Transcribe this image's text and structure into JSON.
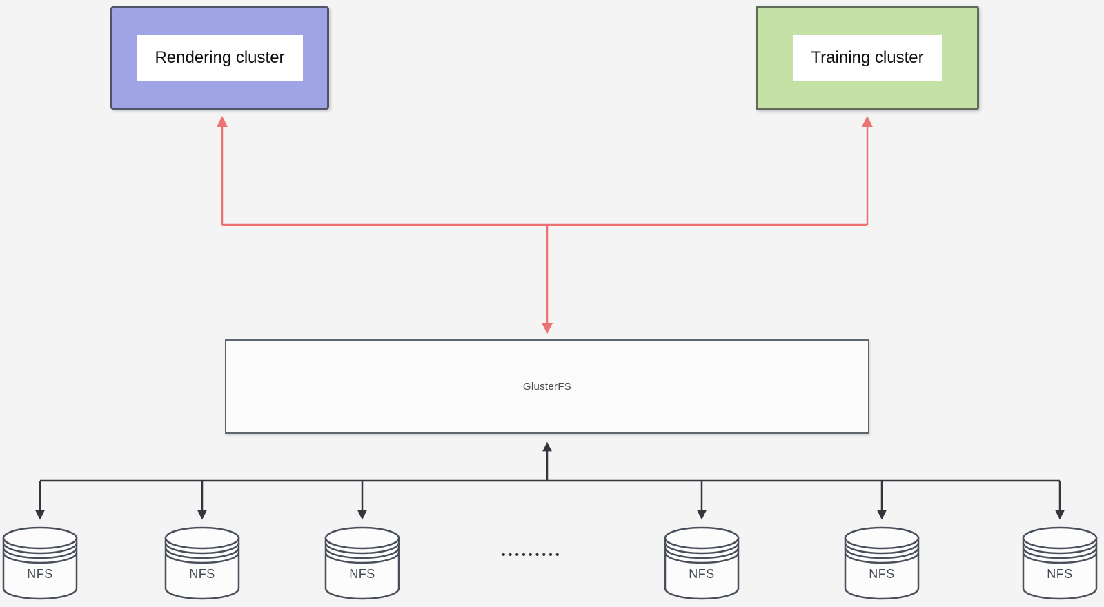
{
  "colors": {
    "bg": "#f4f4f5",
    "red": "#ee7271",
    "dark": "#33373d",
    "purple-fill": "#a0a4e6",
    "purple-border": "#4e5566",
    "green-fill": "#c5e1a5",
    "green-border": "#5e6c58",
    "node-fill": "#fbfbfc",
    "node-border": "#5f666d",
    "cyl-fill": "#fcfcfd",
    "cyl-stroke": "#4a505b",
    "label-ink": "#0d0d0d",
    "gluster-ink": "#4c4c4c",
    "nfs-ink": "#454b52"
  },
  "nodes": {
    "rendering_cluster": {
      "label": "Rendering cluster"
    },
    "training_cluster": {
      "label": "Training cluster"
    },
    "glusterfs": {
      "label": "GlusterFS"
    }
  },
  "nfs_nodes": [
    {
      "label": "NFS"
    },
    {
      "label": "NFS"
    },
    {
      "label": "NFS"
    },
    {
      "label": "NFS"
    },
    {
      "label": "NFS"
    },
    {
      "label": "NFS"
    }
  ],
  "ellipsis": {
    "label": "•••••••••"
  }
}
